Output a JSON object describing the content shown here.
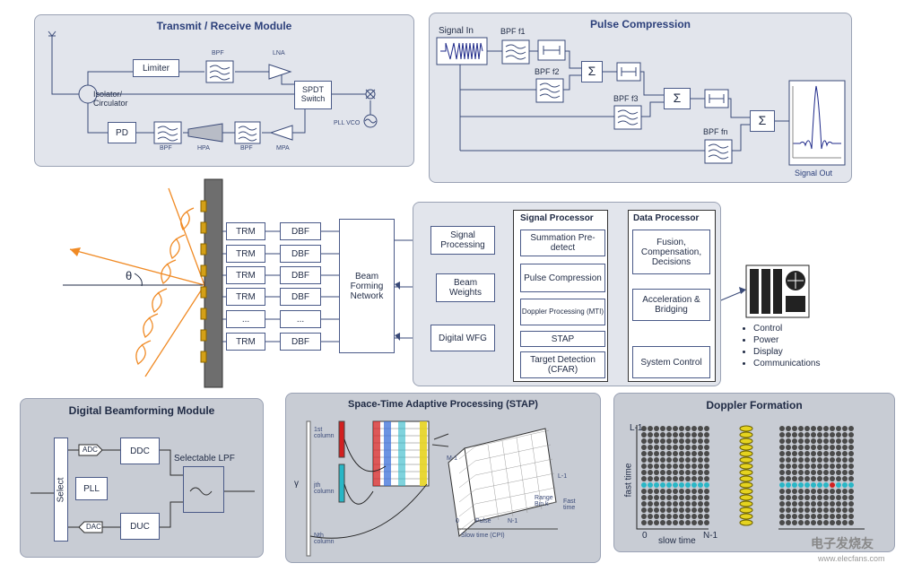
{
  "trm": {
    "title": "Transmit / Receive Module",
    "limiter": "Limiter",
    "bpf": "BPF",
    "lna": "LNA",
    "isolator": "Isolator/ Circulator",
    "spdt": "SPDT Switch",
    "pll_vco": "PLL VCO",
    "pd": "PD",
    "hpa": "HPA",
    "mpa": "MPA"
  },
  "pulse": {
    "title": "Pulse Compression",
    "signal_in": "Signal In",
    "bpf_f1": "BPF f1",
    "bpf_f2": "BPF f2",
    "bpf_f3": "BPF f3",
    "bpf_fn": "BPF fn",
    "sum": "Σ",
    "signal_out": "Signal Out"
  },
  "array": {
    "theta": "θ",
    "trm_label": "TRM",
    "dbf_label": "DBF",
    "dots": "...",
    "bfn": "Beam Forming Network"
  },
  "processing": {
    "signal_processing": "Signal Processing",
    "beam_weights": "Beam Weights",
    "digital_wfg": "Digital WFG"
  },
  "sp": {
    "title": "Signal Processor",
    "summation": "Summation Pre-detect",
    "pulse_comp": "Pulse Compression",
    "doppler": "Doppler Processing (MTI)",
    "stap": "STAP",
    "cfar": "Target Detection (CFAR)"
  },
  "dp": {
    "title": "Data Processor",
    "fusion": "Fusion, Compensation, Decisions",
    "accel": "Acceleration & Bridging",
    "system_control": "System Control"
  },
  "outputs": {
    "items": [
      "Control",
      "Power",
      "Display",
      "Communications"
    ]
  },
  "dbm": {
    "title": "Digital Beamforming Module",
    "select": "Select",
    "adc": "ADC",
    "dac": "DAC",
    "ddc": "DDC",
    "duc": "DUC",
    "pll": "PLL",
    "lpf": "Selectable LPF"
  },
  "stap_panel": {
    "title": "Space-Time Adaptive Processing (STAP)",
    "col1": "1st column",
    "colj": "jth column",
    "coln": "Nth column",
    "gamma": "γ",
    "m1": "M-1",
    "l1": "L-1",
    "range_bin": "Range Bin k",
    "fast_time": "Fast time",
    "pulse": "Pulse",
    "n1": "N-1",
    "zero": "0",
    "slow_time": "Slow time (CPI)"
  },
  "doppler": {
    "title": "Doppler Formation",
    "l1": "L-1",
    "fast_time": "fast time",
    "zero": "0",
    "slow_time": "slow time",
    "n1": "N-1"
  },
  "watermark": {
    "brand": "电子发烧友",
    "url": "www.elecfans.com"
  },
  "colors": {
    "panel": "#e2e5ec",
    "title": "#2b3f7a",
    "element": "#d4a017",
    "beam": "#f08a24",
    "cell_dark": "#4a4a4a",
    "cell_cyan": "#29b6c6",
    "cell_red": "#d22020"
  }
}
